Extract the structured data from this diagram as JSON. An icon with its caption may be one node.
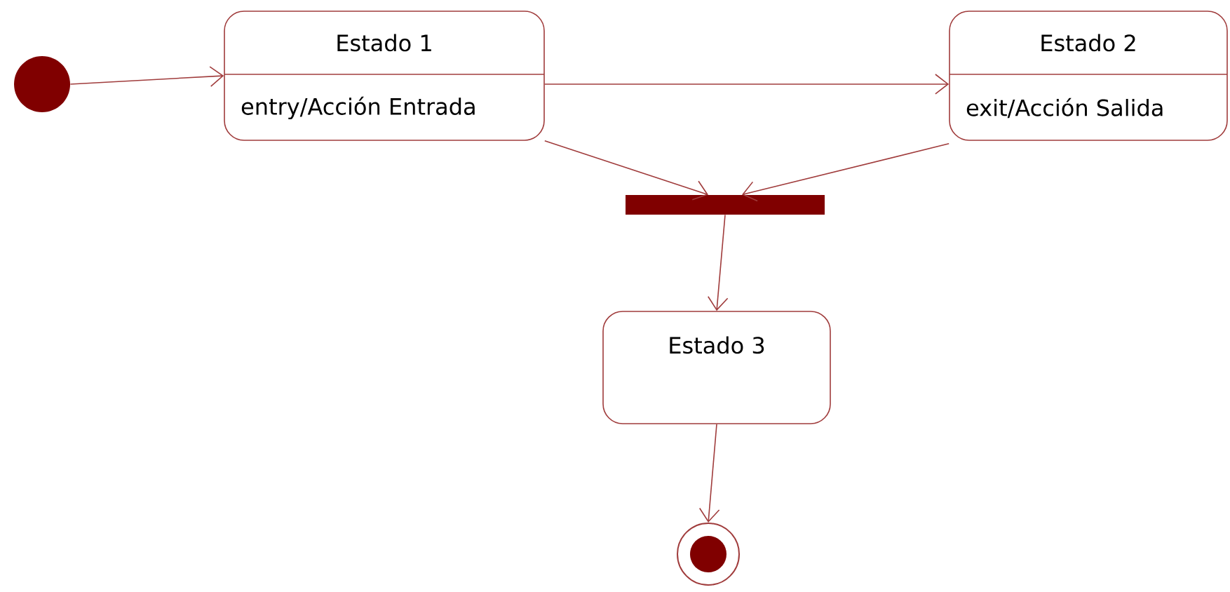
{
  "diagram": {
    "nodes": [
      {
        "text": [],
        "shape": "circle"
      },
      {
        "text": [
          "Estado 1",
          "entry/Acción Entrada"
        ]
      },
      {
        "text": [
          "Estado 2",
          "exit/Acción Salida"
        ]
      },
      {
        "text": [],
        "shape": "bar"
      },
      {
        "text": [
          "Estado 3"
        ]
      },
      {
        "text": [],
        "shape": "circle"
      }
    ],
    "edges": [
      {
        "from": 0,
        "to": 1,
        "arrow": "to"
      },
      {
        "from": 1,
        "to": 2,
        "arrow": "to"
      },
      {
        "from": 1,
        "to": 3,
        "arrow": "to"
      },
      {
        "from": 2,
        "to": 3,
        "arrow": "to"
      },
      {
        "from": 3,
        "to": 4,
        "arrow": "to"
      },
      {
        "from": 4,
        "to": 5,
        "arrow": "to"
      }
    ]
  }
}
